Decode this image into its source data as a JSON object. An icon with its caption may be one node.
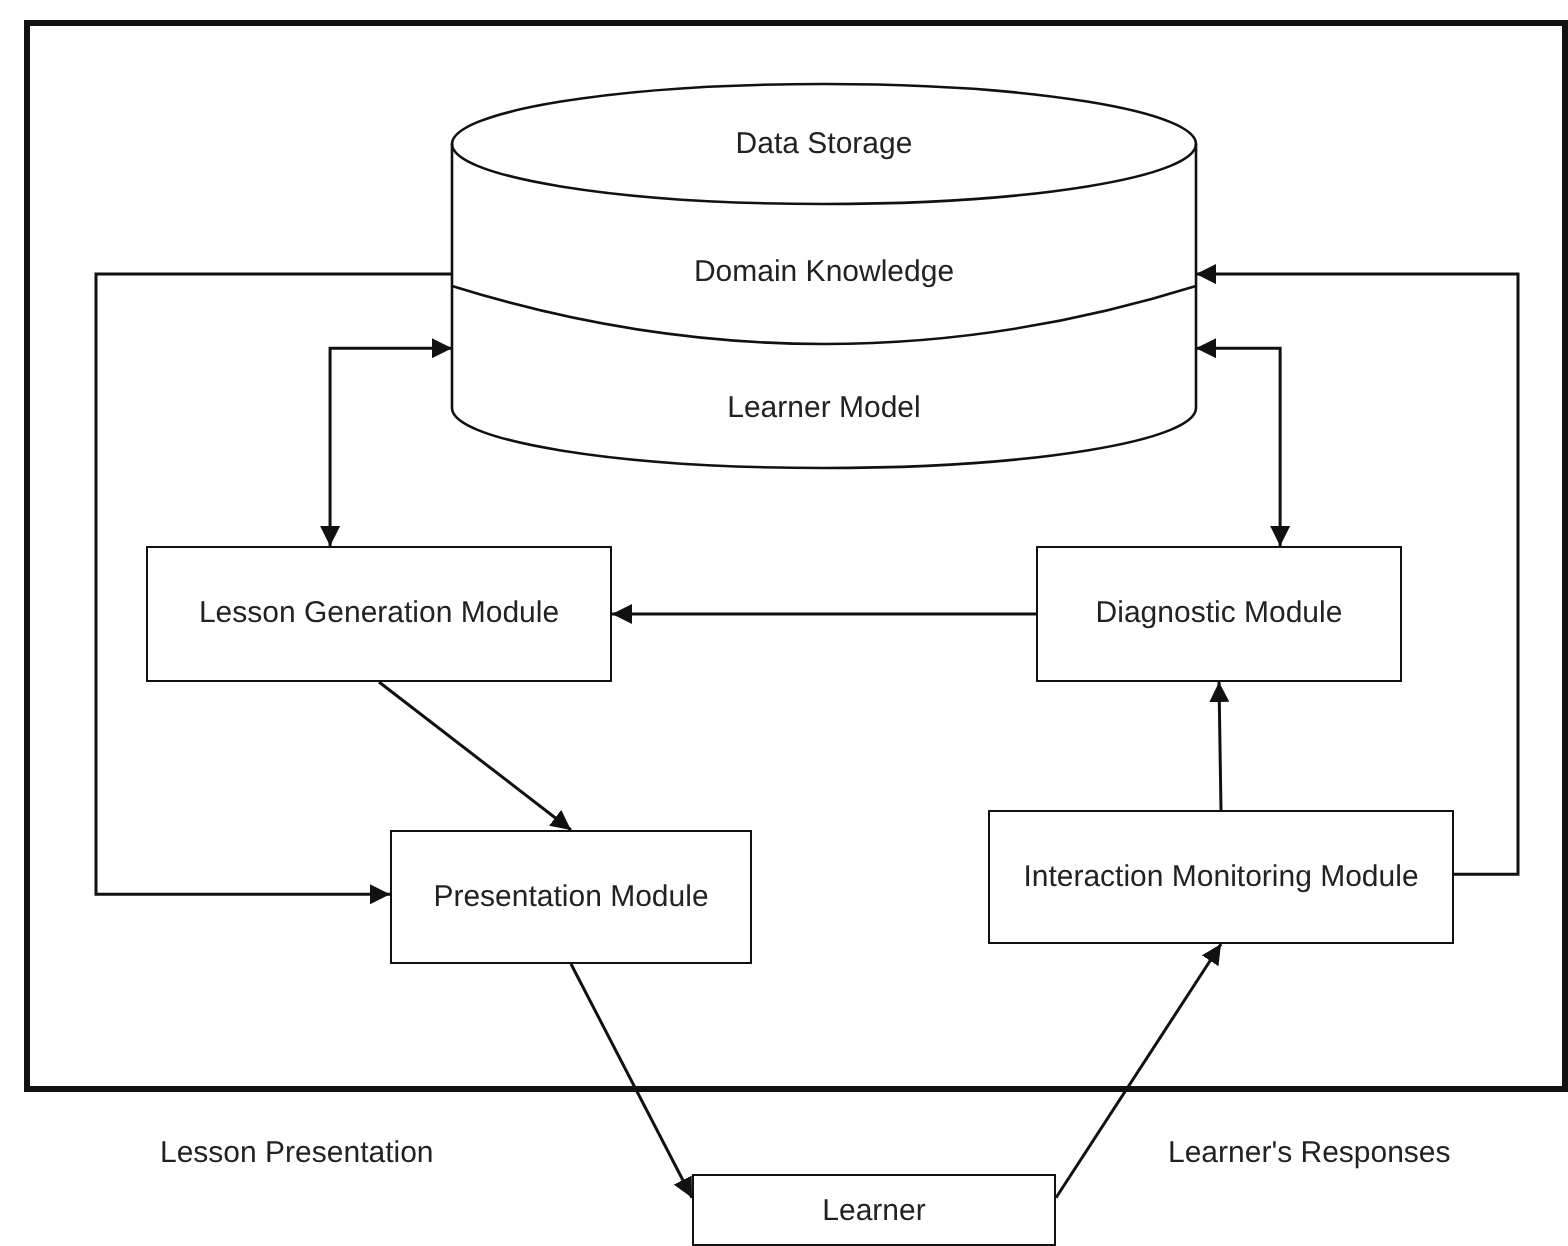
{
  "diagram": {
    "nodes": [
      {
        "text": [],
        "shape": "box"
      },
      {
        "text": [
          "Data Storage",
          "Domain Knowledge",
          "Learner Model"
        ],
        "in": 0
      },
      {
        "text": [
          "Lesson Generation Module"
        ],
        "in": 0
      },
      {
        "text": [
          "Diagnostic Module"
        ],
        "in": 0
      },
      {
        "text": [
          "Presentation Module"
        ],
        "in": 0
      },
      {
        "text": [
          "Interaction Monitoring Module"
        ],
        "in": 0
      },
      {
        "text": [
          "Learner"
        ]
      }
    ],
    "edges": [
      {
        "from": 1,
        "to": 4,
        "arrow": "to"
      },
      {
        "from": 1,
        "to": 2,
        "arrow": "both"
      },
      {
        "from": 1,
        "to": 3,
        "arrow": "both"
      },
      {
        "from": 3,
        "to": 2,
        "arrow": "to"
      },
      {
        "from": 2,
        "to": 4,
        "arrow": "to"
      },
      {
        "from": 5,
        "to": 3,
        "arrow": "to"
      },
      {
        "from": 5,
        "to": 1,
        "arrow": "to"
      },
      {
        "from": 4,
        "to": 6,
        "arrow": "to"
      },
      {
        "from": 6,
        "to": 5,
        "arrow": "to"
      }
    ],
    "labels": [
      "Lesson Presentation",
      "Learner's Responses"
    ]
  }
}
